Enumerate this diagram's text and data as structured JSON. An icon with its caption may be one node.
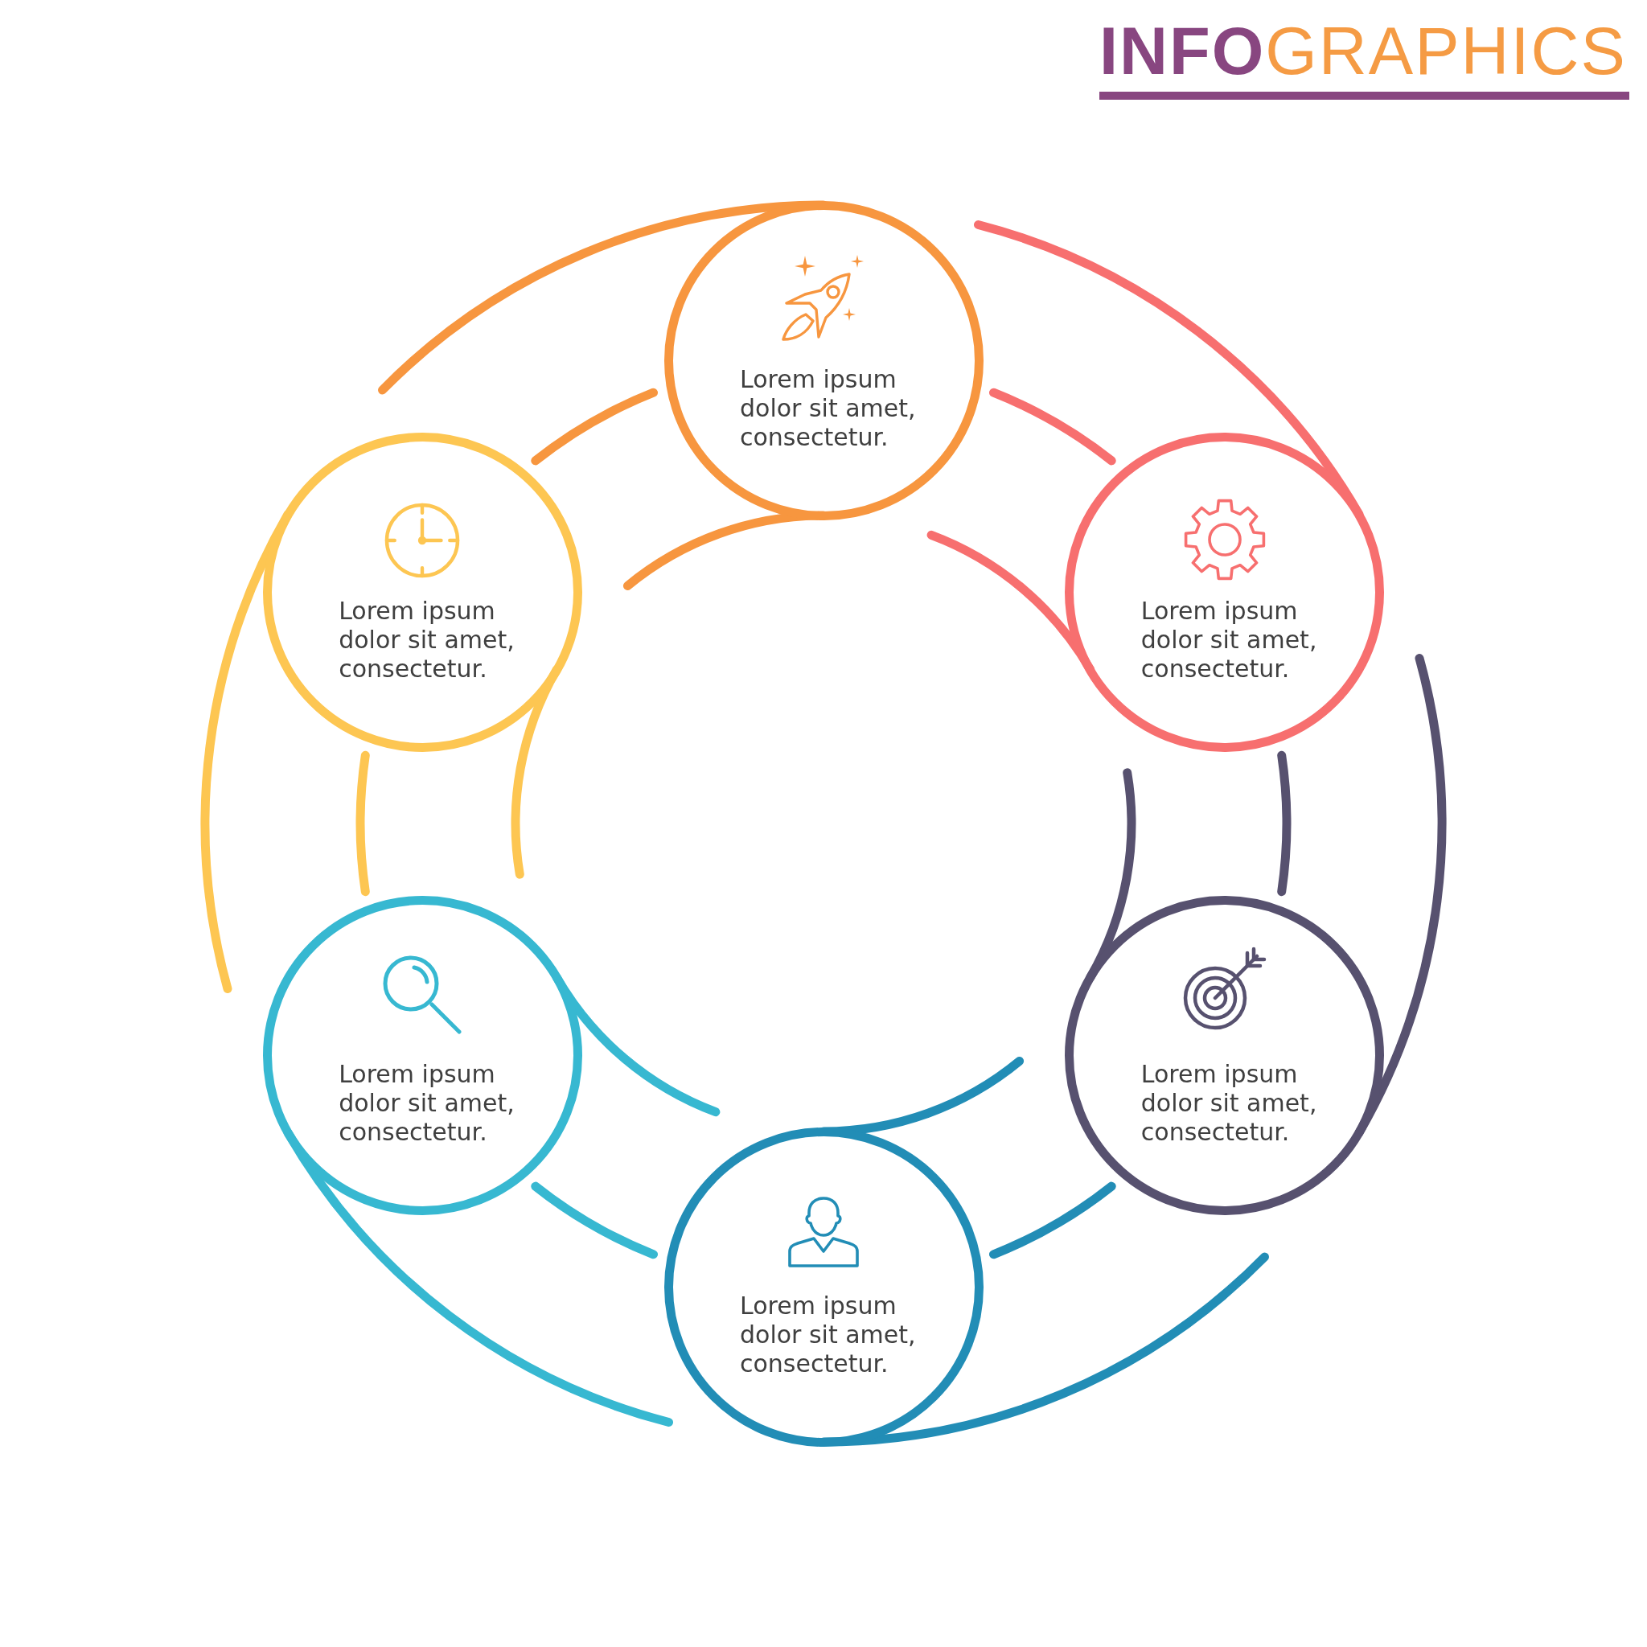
{
  "diagram": {
    "title": "**INFO**GRAPHICS",
    "nodes": [
      {
        "text": [
          "Lorem ipsum dolor sit amet, consectetur."
        ]
      },
      {
        "text": [
          "Lorem ipsum dolor sit amet, consectetur."
        ]
      },
      {
        "text": [
          "Lorem ipsum dolor sit amet, consectetur."
        ]
      },
      {
        "text": [
          "Lorem ipsum dolor sit amet, consectetur."
        ]
      },
      {
        "text": [
          "Lorem ipsum dolor sit amet, consectetur."
        ]
      },
      {
        "text": [
          "Lorem ipsum dolor sit amet, consectetur."
        ]
      }
    ],
    "edges": [
      {
        "from": 0,
        "to": 5,
        "arrow": "none",
        "color": "#f7963f"
      },
      {
        "from": 5,
        "to": 4,
        "arrow": "none",
        "color": "#fdc652"
      },
      {
        "from": 4,
        "to": 3,
        "arrow": "none",
        "color": "#37b8d1"
      },
      {
        "from": 3,
        "to": 2,
        "arrow": "none",
        "color": "#228db6"
      },
      {
        "from": 2,
        "to": 1,
        "arrow": "none",
        "color": "#57516f"
      },
      {
        "from": 1,
        "to": 0,
        "arrow": "none",
        "color": "#f76f6f"
      }
    ]
  }
}
